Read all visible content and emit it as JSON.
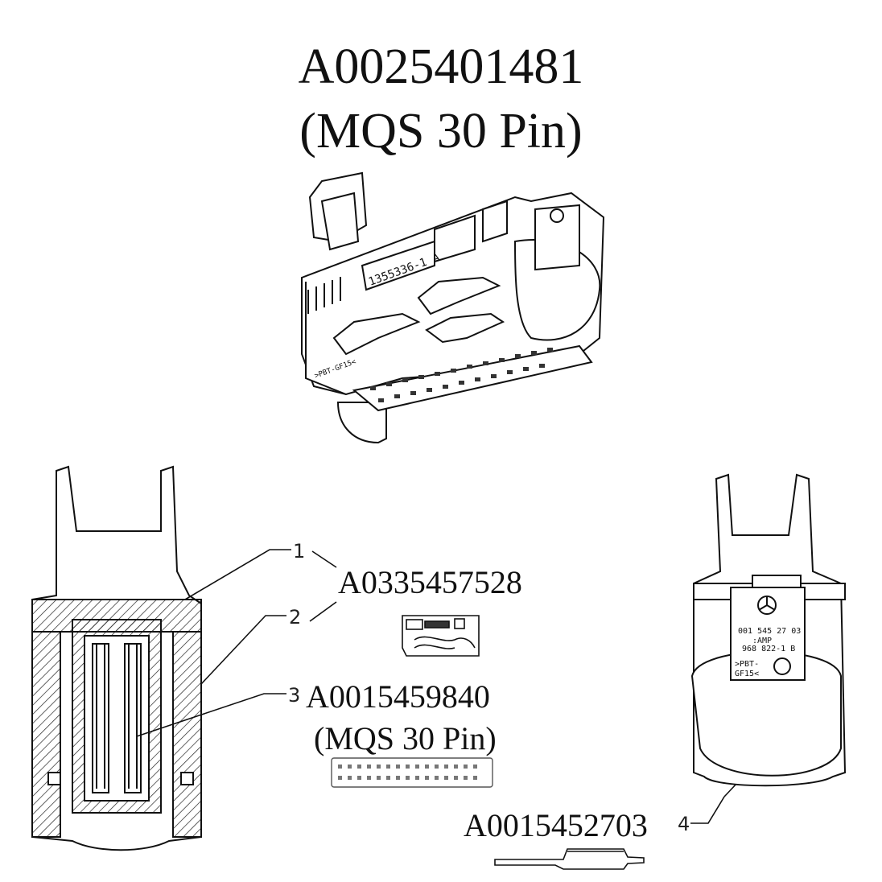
{
  "title": {
    "part_number": "A0025401481",
    "subtitle": "(MQS  30 Pin)"
  },
  "main_connector": {
    "stamp_text": "1355336-1  A",
    "side_marking": ">PBT-GF15<"
  },
  "callouts": [
    {
      "number": "1",
      "part": "A0335457528"
    },
    {
      "number": "2",
      "part": ""
    },
    {
      "number": "3",
      "part": "A0015459840",
      "note": "(MQS  30 Pin)"
    },
    {
      "number": "4",
      "part": "A0015452703"
    }
  ],
  "label_plate": {
    "line1": "001 545 27 03",
    "line2": ":AMP",
    "line3": "968 822-1 B",
    "line4": ">PBT-",
    "line5": "GF15<"
  }
}
